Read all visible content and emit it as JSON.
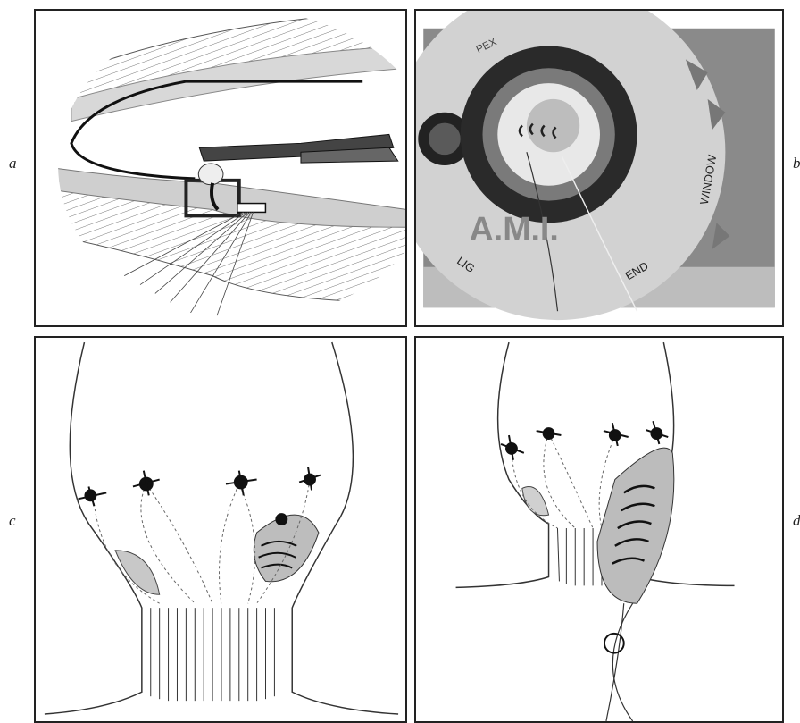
{
  "panel_labels": {
    "a": "a",
    "b": "b",
    "c": "c",
    "d": "d"
  },
  "photo_labels": {
    "brand": "A.M.I.",
    "window": "WINDOW",
    "end": "END",
    "lig": "LIG",
    "pex": "PEX"
  }
}
